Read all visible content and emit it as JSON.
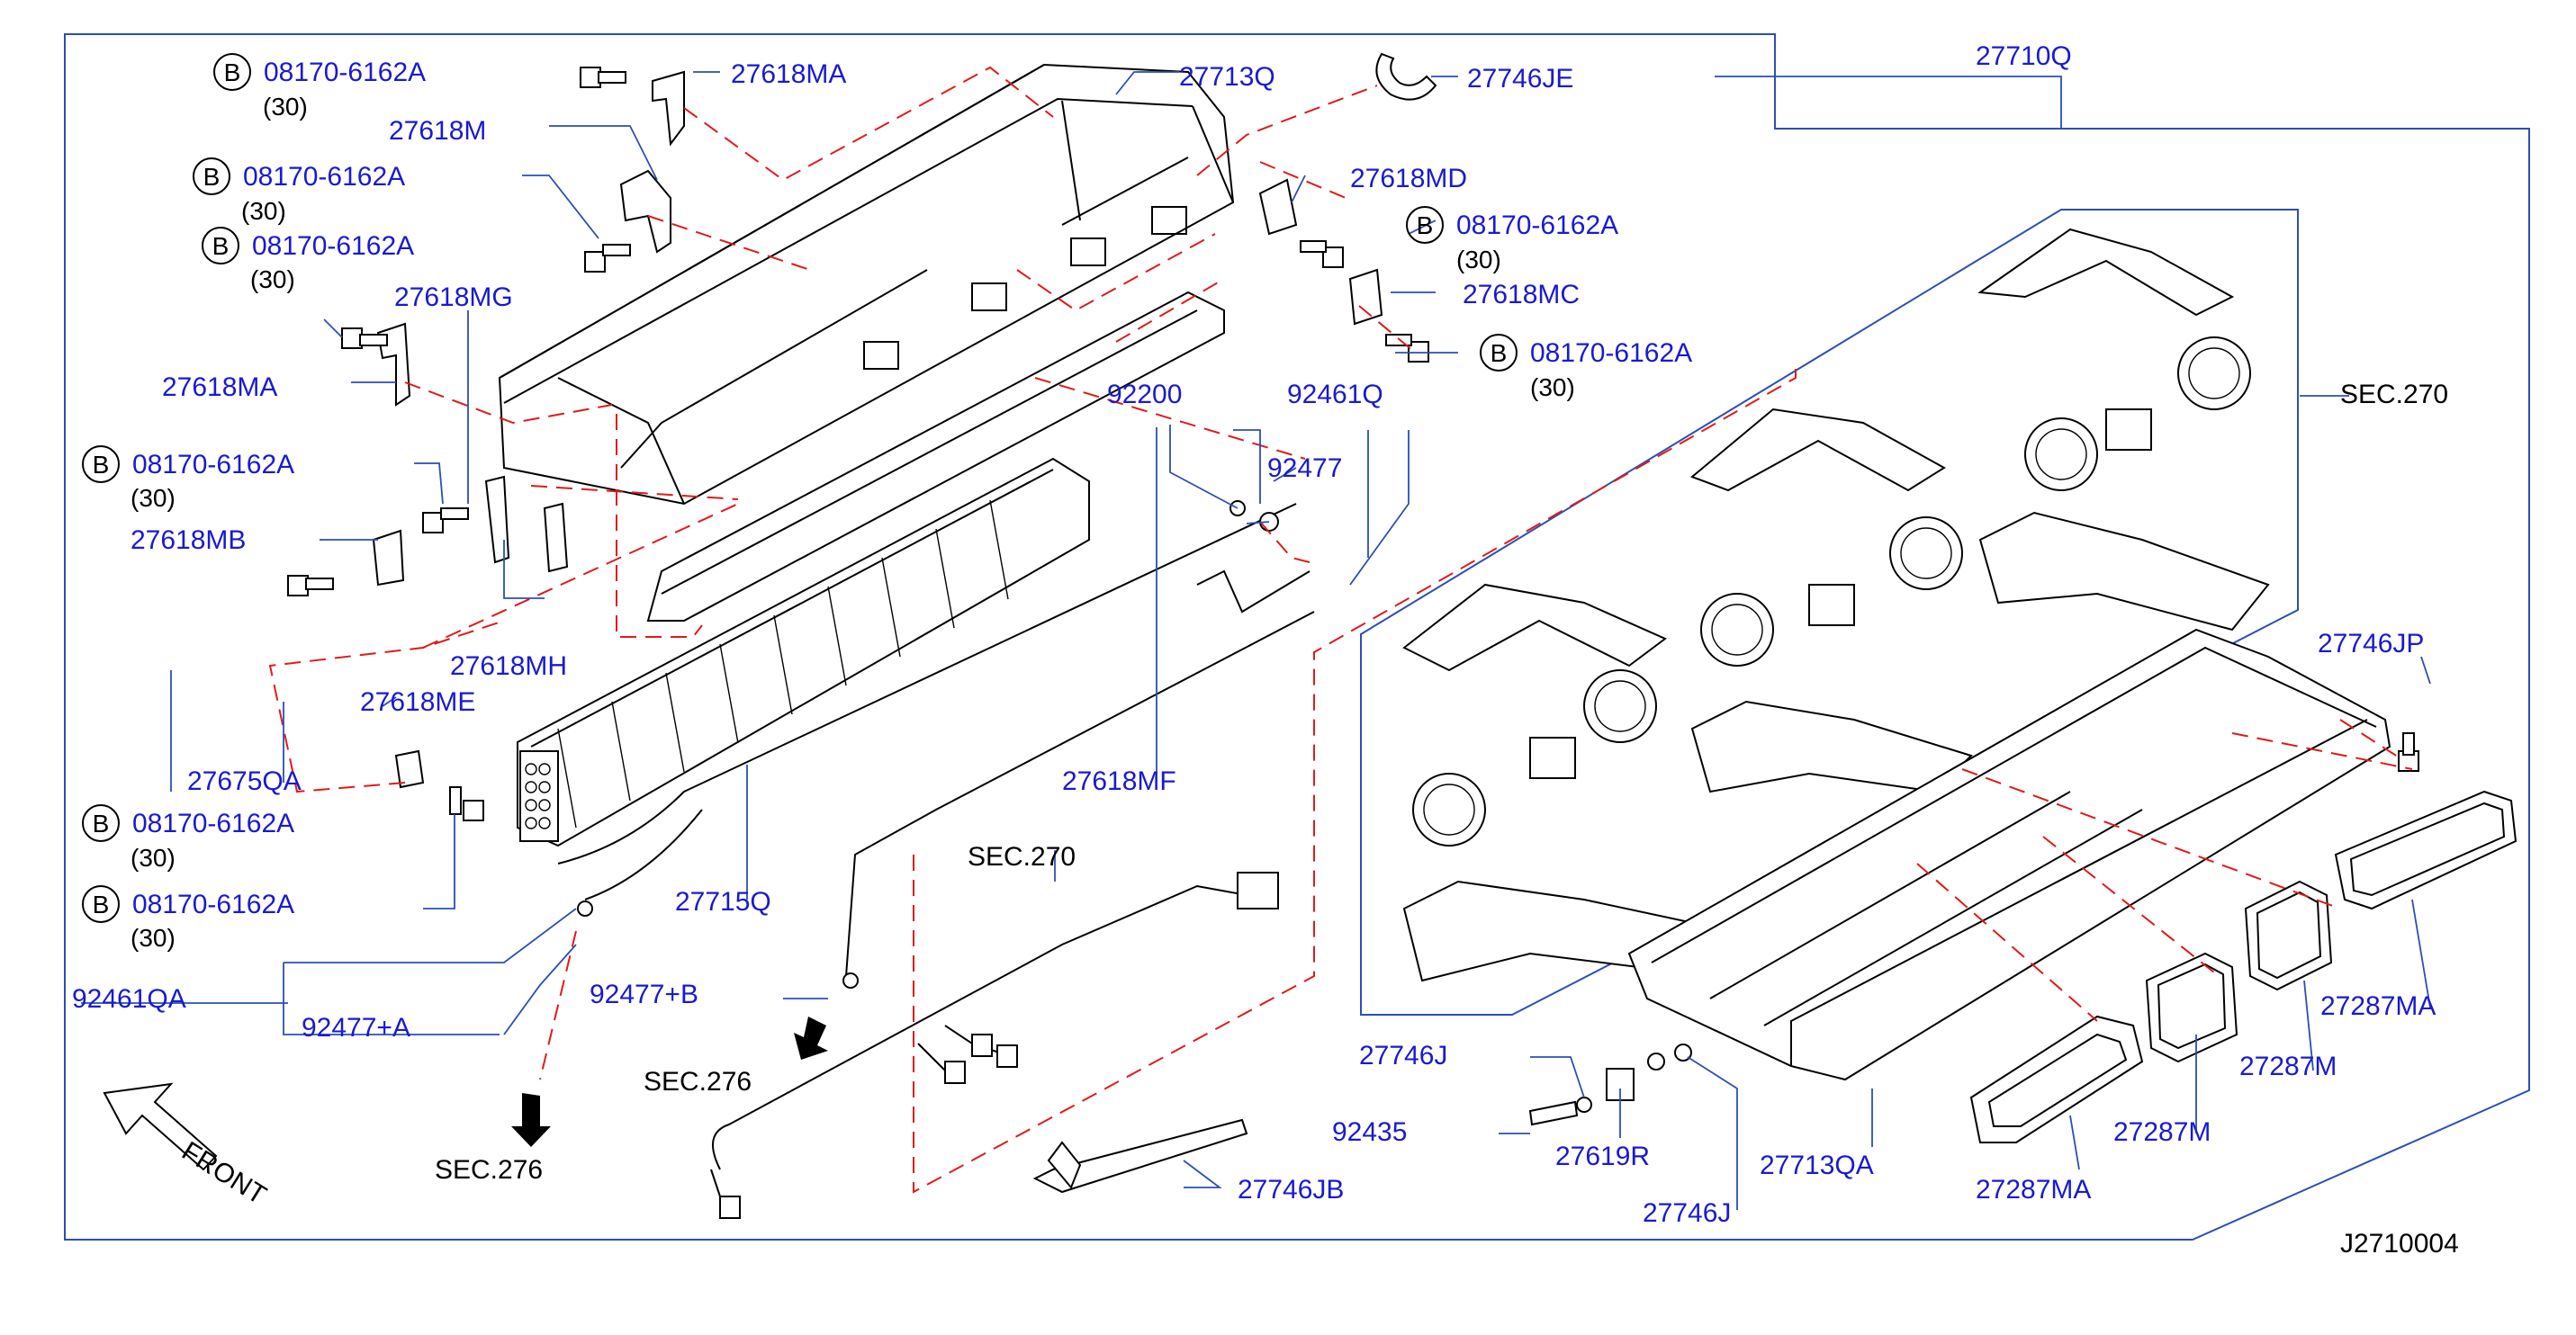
{
  "diagram_id": "J2710004",
  "front_label": "FRONT",
  "sections": {
    "sec270_top": "SEC.270",
    "sec270_mid": "SEC.270",
    "sec276_left": "SEC.276",
    "sec276_mid": "SEC.276"
  },
  "bolt_spec": "08170-6162A",
  "bolt_marker": "B",
  "bolt_qty": "(30)",
  "bolts": [
    {
      "name": "bolt-callout-1"
    },
    {
      "name": "bolt-callout-2"
    },
    {
      "name": "bolt-callout-3"
    },
    {
      "name": "bolt-callout-4"
    },
    {
      "name": "bolt-callout-5"
    },
    {
      "name": "bolt-callout-6"
    },
    {
      "name": "bolt-callout-7"
    },
    {
      "name": "bolt-callout-8"
    }
  ],
  "labels": {
    "p27710Q": "27710Q",
    "p27713Q": "27713Q",
    "p27746JE": "27746JE",
    "p27618MA_top": "27618MA",
    "p27618M": "27618M",
    "p27618MD": "27618MD",
    "p27618MC": "27618MC",
    "p27618MG": "27618MG",
    "p27618MA_left": "27618MA",
    "p92200": "92200",
    "p92461Q": "92461Q",
    "p92477": "92477",
    "p27618MB": "27618MB",
    "p27618MH": "27618MH",
    "p27618ME": "27618ME",
    "p27675QA": "27675QA",
    "p27618MF": "27618MF",
    "p27715Q": "27715Q",
    "p92461QA": "92461QA",
    "p92477A": "92477+A",
    "p92477B": "92477+B",
    "p27746JP": "27746JP",
    "p27287MA_r": "27287MA",
    "p27287M_r": "27287M",
    "p27287M_l": "27287M",
    "p27287MA_l": "27287MA",
    "p27746J_top": "27746J",
    "p92435": "92435",
    "p27619R": "27619R",
    "p27746J_bot": "27746J",
    "p27713QA": "27713QA",
    "p27746JB": "27746JB"
  }
}
